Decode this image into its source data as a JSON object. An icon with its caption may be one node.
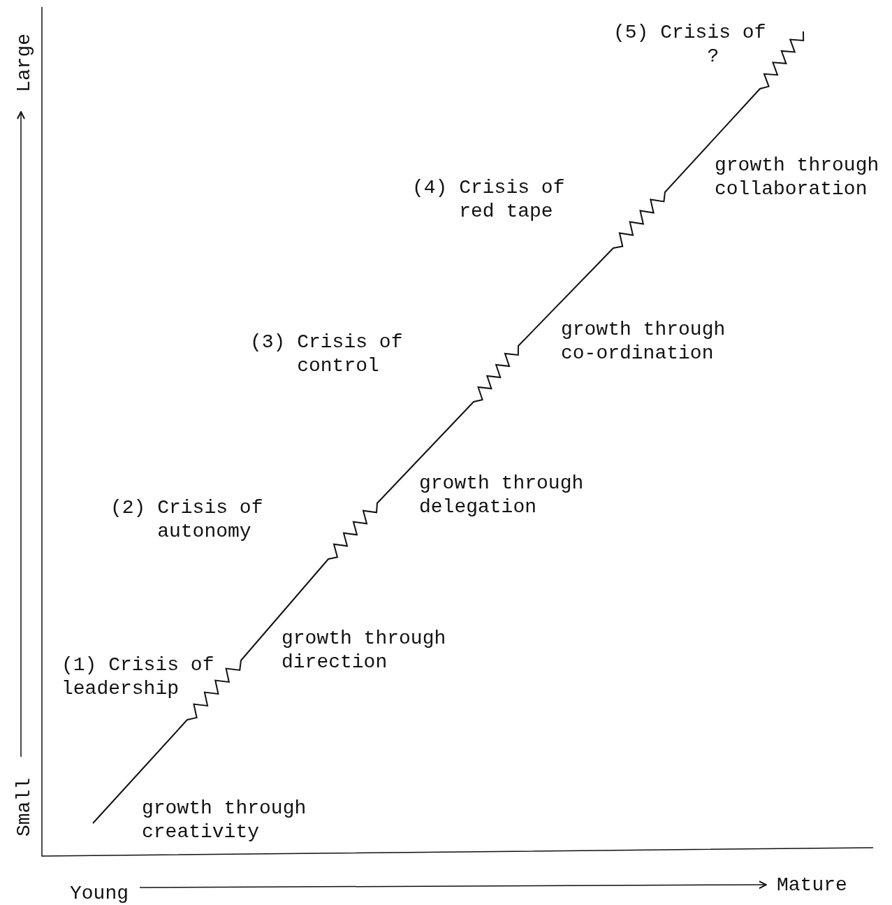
{
  "diagram": {
    "labels": [
      "Large",
      "(5) Crisis of ?",
      "growth through collaboration",
      "(4) Crisis of red tape",
      "(3) Crisis of control",
      "growth through co-ordination",
      "(2) Crisis of autonomy",
      "growth through delegation",
      "(1) Crisis of leadership",
      "growth through direction",
      "Small",
      "growth through creativity",
      "Young",
      "Mature"
    ]
  }
}
